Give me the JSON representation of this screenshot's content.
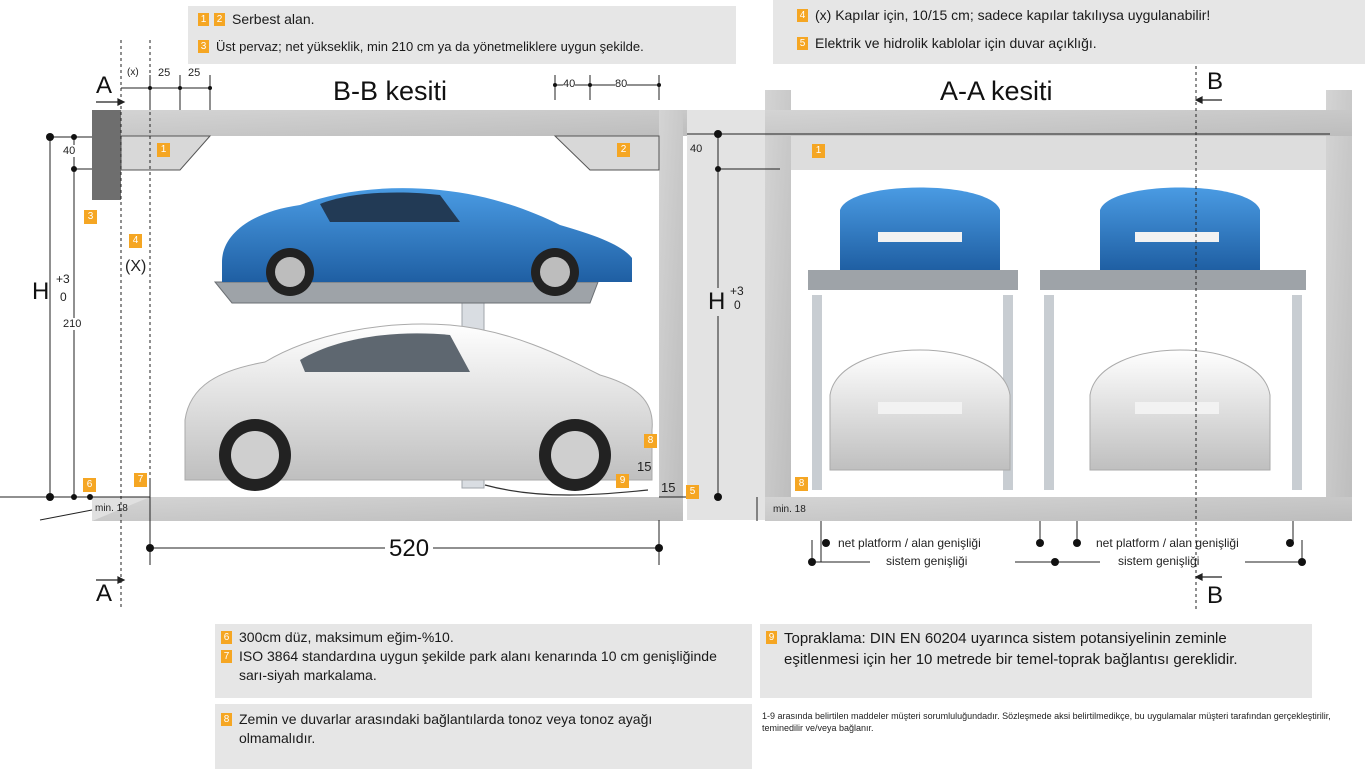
{
  "notes_top_left": [
    {
      "nums": [
        "1",
        "2"
      ],
      "text": "Serbest alan."
    },
    {
      "nums": [
        "3"
      ],
      "text": "Üst pervaz; net yükseklik, min 210 cm ya da yönetmeliklere uygun şekilde."
    }
  ],
  "notes_top_right": [
    {
      "num": "4",
      "text": "(x) Kapılar için, 10/15 cm; sadece kapılar takılıysa uygulanabilir!"
    },
    {
      "num": "5",
      "text": "Elektrik ve hidrolik kablolar için duvar açıklığı."
    }
  ],
  "section_bb": {
    "title": "B-B kesiti",
    "section_marker": "A",
    "dim_x": "(x)",
    "dim_25a": "25",
    "dim_25b": "25",
    "dim_40_top": "40",
    "dim_80": "80",
    "dim_40_left": "40",
    "dim_210": "210",
    "h_letter": "H",
    "h_sup": "+3",
    "h_sub": "0",
    "x_label": "(X)",
    "dim_15a": "15",
    "dim_15b": "15",
    "min18": "min. 18",
    "width": "520",
    "badges": [
      "1",
      "2",
      "3",
      "4",
      "5",
      "6",
      "7",
      "8",
      "9"
    ]
  },
  "section_aa": {
    "title": "A-A kesiti",
    "section_marker": "B",
    "dim_40": "40",
    "h_letter": "H",
    "h_sup": "+3",
    "h_sub": "0",
    "badge1": "1",
    "badge8": "8",
    "min18": "min. 18",
    "net_label": "net platform / alan genişliği",
    "sys_label": "sistem genişliği"
  },
  "notes_bottom_left_1": [
    {
      "num": "6",
      "text": "300cm düz, maksimum eğim-%10."
    },
    {
      "num": "7",
      "text": "ISO 3864 standardına uygun şekilde park alanı kenarında 10 cm genişliğinde sarı-siyah markalama."
    }
  ],
  "notes_bottom_left_2": {
    "num": "8",
    "text": "Zemin ve duvarlar arasındaki bağlantılarda tonoz veya tonoz ayağı olmamalıdır."
  },
  "notes_bottom_right": {
    "num": "9",
    "text": "Topraklama: DIN EN 60204 uyarınca sistem potansiyelinin zeminle eşitlenmesi için her 10 metrede bir temel-toprak bağlantısı gereklidir."
  },
  "footnote": "1-9 arasında belirtilen maddeler müşteri sorumluluğundadır. Sözleşmede aksi belirtilmedikçe, bu uygulamalar müşteri tarafından gerçekleştirilir, teminedilir ve/veya bağlanır.",
  "colors": {
    "badge": "#f5a623",
    "note_bg": "#e6e6e6",
    "concrete": "#cfcfcf",
    "car_blue": "#2c78c6",
    "car_white": "#e9e9e9"
  }
}
